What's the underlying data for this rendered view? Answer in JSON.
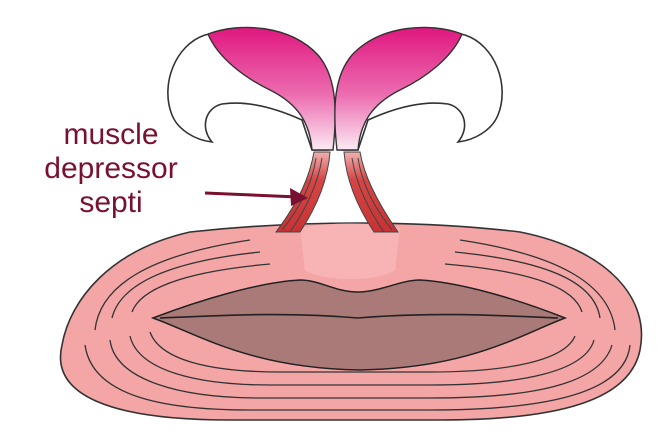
{
  "label": {
    "lines": [
      "muscle",
      "depressor",
      "septi"
    ]
  },
  "colors": {
    "alar_cartilage": "#e0177f",
    "cartilage_light": "#f8e8f0",
    "muscle_red": "#cc3a3a",
    "orbicularis_fill": "#f4a6a6",
    "mouth_fill": "#a97a78",
    "label_text": "#7a1030",
    "arrow": "#7a1030",
    "outline": "#222222"
  }
}
